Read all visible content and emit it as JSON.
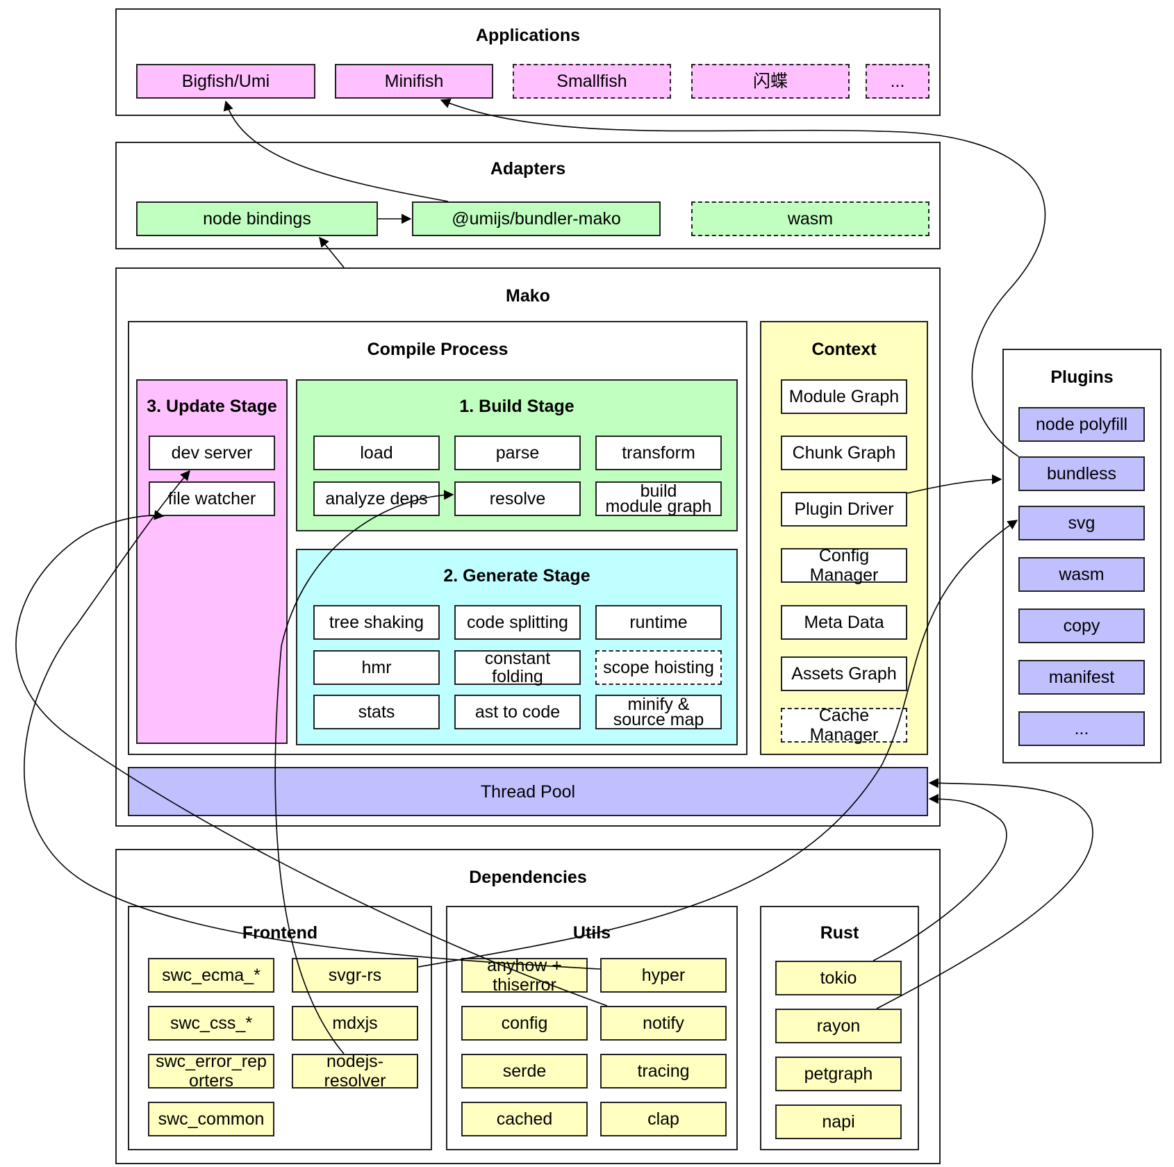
{
  "applications": {
    "title": "Applications",
    "items": [
      "Bigfish/Umi",
      "Minifish",
      "Smallfish",
      "闪蝶",
      "..."
    ]
  },
  "adapters": {
    "title": "Adapters",
    "items": [
      "node bindings",
      "@umijs/bundler-mako",
      "wasm"
    ]
  },
  "mako": {
    "title": "Mako",
    "compile_process": {
      "title": "Compile Process",
      "update_stage": {
        "title": "3. Update Stage",
        "items": [
          "dev server",
          "file watcher"
        ]
      },
      "build_stage": {
        "title": "1. Build Stage",
        "items": [
          "load",
          "parse",
          "transform",
          "analyze deps",
          "resolve",
          "build\nmodule graph"
        ]
      },
      "generate_stage": {
        "title": "2. Generate Stage",
        "items": [
          "tree shaking",
          "code splitting",
          "runtime",
          "hmr",
          "constant\nfolding",
          "scope hoisting",
          "stats",
          "ast to code",
          "minify &\nsource map"
        ]
      }
    },
    "context": {
      "title": "Context",
      "items": [
        "Module Graph",
        "Chunk Graph",
        "Plugin Driver",
        "Config\nManager",
        "Meta Data",
        "Assets Graph",
        "Cache\nManager"
      ]
    },
    "thread_pool": "Thread Pool"
  },
  "plugins": {
    "title": "Plugins",
    "items": [
      "node polyfill",
      "bundless",
      "svg",
      "wasm",
      "copy",
      "manifest",
      "..."
    ]
  },
  "dependencies": {
    "title": "Dependencies",
    "frontend": {
      "title": "Frontend",
      "items": [
        "swc_ecma_*",
        "svgr-rs",
        "swc_css_*",
        "mdxjs",
        "swc_error_rep\norters",
        "nodejs-\nresolver",
        "swc_common"
      ]
    },
    "utils": {
      "title": "Utils",
      "items": [
        "anyhow +\nthiserror",
        "hyper",
        "config",
        "notify",
        "serde",
        "tracing",
        "cached",
        "clap"
      ]
    },
    "rust": {
      "title": "Rust",
      "items": [
        "tokio",
        "rayon",
        "petgraph",
        "napi"
      ]
    }
  },
  "colors": {
    "applications": "#ffc0ff",
    "adapters": "#c0ffc0",
    "build_stage": "#c0ffc0",
    "generate_stage": "#c0ffff",
    "update_stage": "#ffc0ff",
    "context": "#ffffc0",
    "thread_pool": "#c0c0ff",
    "plugins": "#c0c0ff",
    "dependencies": "#ffffc0"
  }
}
